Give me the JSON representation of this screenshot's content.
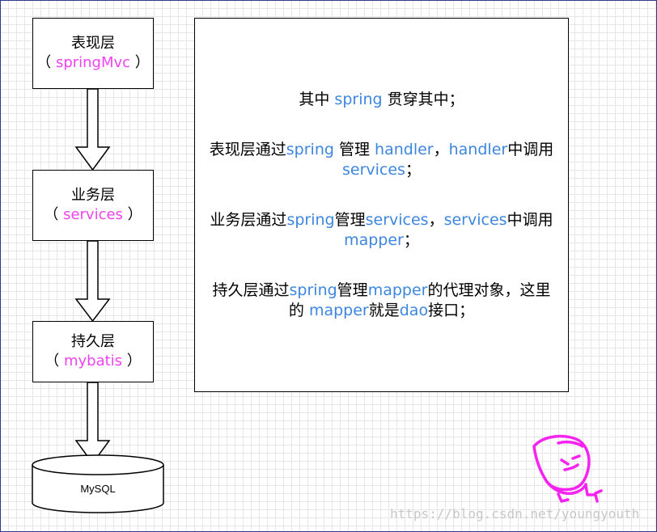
{
  "layers": [
    {
      "title": "表现层",
      "sub_open": "（ ",
      "sub_text": "springMvc",
      "sub_close": " ）"
    },
    {
      "title": "业务层",
      "sub_open": "（ ",
      "sub_text": "services",
      "sub_close": " ）"
    },
    {
      "title": "持久层",
      "sub_open": "（ ",
      "sub_text": "mybatis",
      "sub_close": " ）"
    }
  ],
  "database": {
    "label": "MySQL"
  },
  "description": {
    "line1": {
      "a": "其中 ",
      "b": "spring",
      "c": " 贯穿其中；"
    },
    "para2": {
      "a": "表现层通过",
      "b": "spring",
      "c": " 管理 ",
      "d": "handler",
      "e": "，",
      "f": "handler",
      "g": "中调用",
      "h": "services",
      "i": "；"
    },
    "para3": {
      "a": "业务层通过",
      "b": "spring",
      "c": "管理",
      "d": "services",
      "e": "，",
      "f": "services",
      "g": "中调用",
      "h": "mapper",
      "i": "；"
    },
    "para4": {
      "a": "持久层通过",
      "b": "spring",
      "c": "管理",
      "d": "mapper",
      "e": "的代理对象，这里",
      "f": "的 ",
      "g": "mapper",
      "h": "就是",
      "i": "dao",
      "j": "接口；"
    }
  },
  "watermark": "https://blog.csdn.net/youngyouth",
  "colors": {
    "pink": "#f043f0",
    "blue": "#3d86e0",
    "border": "#000000",
    "grid": "#e6e6e6"
  }
}
